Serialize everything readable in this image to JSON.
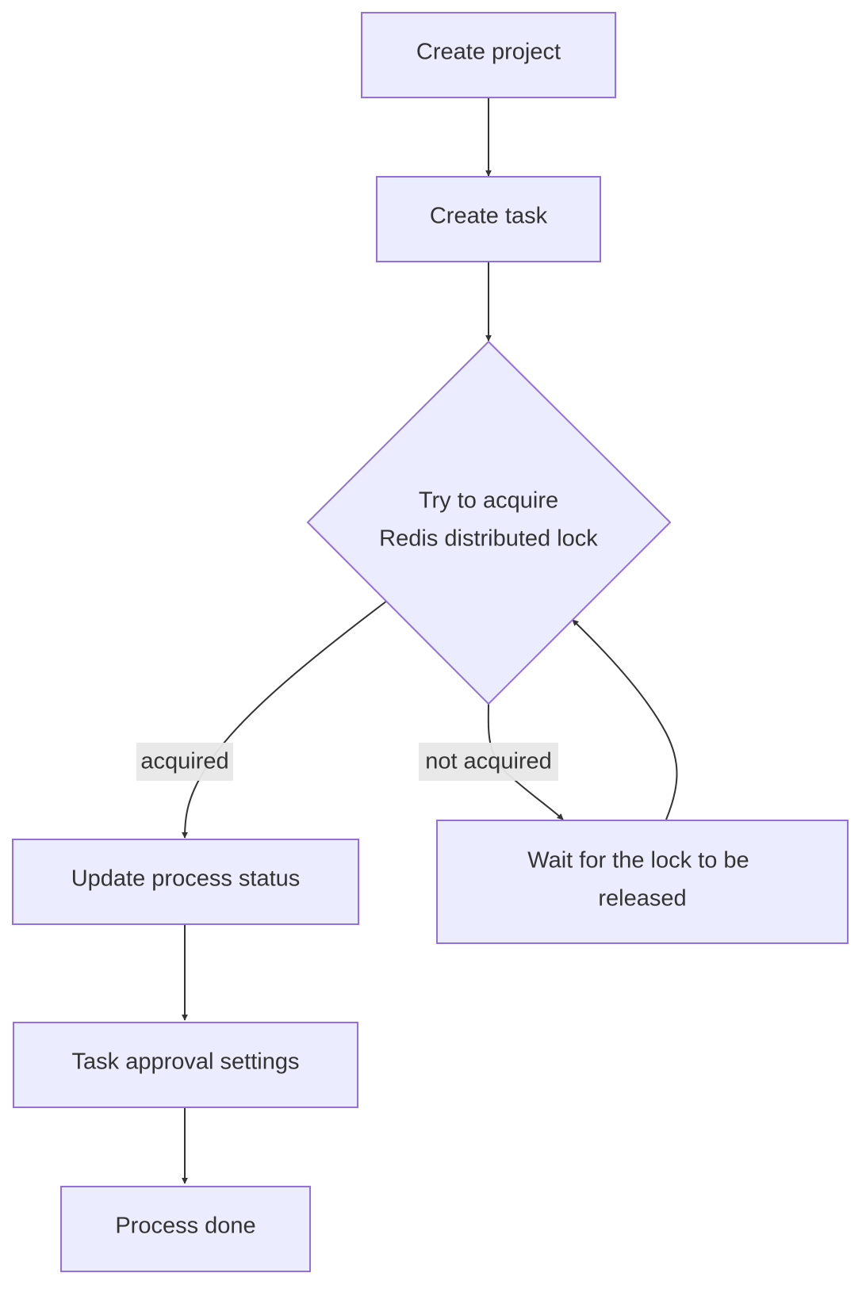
{
  "nodes": {
    "create_project": "Create project",
    "create_task": "Create task",
    "decision": [
      "Try to acquire",
      "Redis distributed lock"
    ],
    "update_status": "Update process status",
    "approval_settings": "Task approval settings",
    "process_done": "Process done",
    "wait_lock": [
      "Wait for the lock to be",
      "released"
    ]
  },
  "edges": {
    "acquired": "acquired",
    "not_acquired": "not acquired"
  },
  "colors": {
    "node_fill": "#ECECFF",
    "node_stroke": "#9370DB",
    "edge": "#333333",
    "text": "#333333",
    "edge_label_bg": "#E8E8E8"
  }
}
